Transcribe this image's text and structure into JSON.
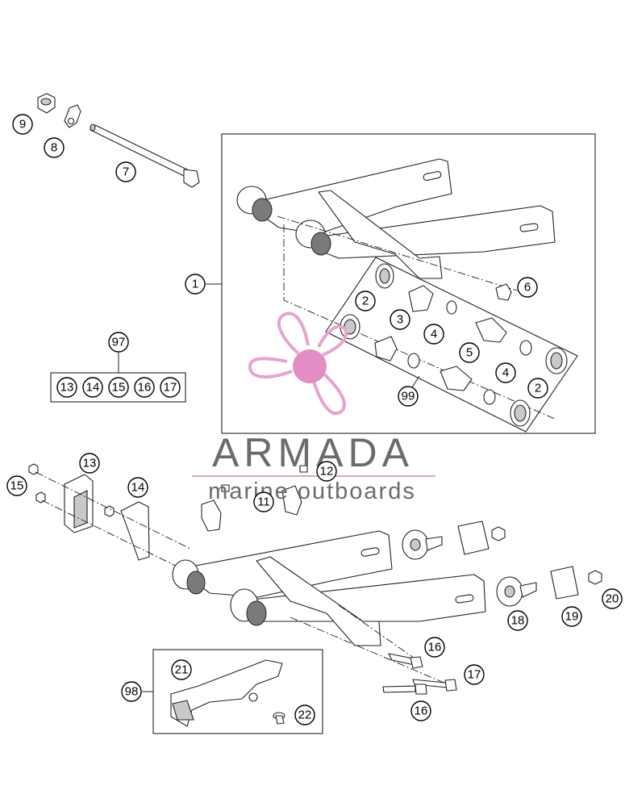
{
  "callouts": {
    "c1": "1",
    "c2a": "2",
    "c2b": "2",
    "c3": "3",
    "c4a": "4",
    "c4b": "4",
    "c5": "5",
    "c6": "6",
    "c7": "7",
    "c8": "8",
    "c9": "9",
    "c11": "11",
    "c12": "12",
    "c13": "13",
    "c14": "14",
    "c15": "15",
    "c16a": "16",
    "c16b": "16",
    "c17": "17",
    "c18": "18",
    "c19": "19",
    "c20": "20",
    "c21": "21",
    "c22": "22",
    "c97": "97",
    "c98": "98",
    "c99": "99"
  },
  "kit97": {
    "items": [
      "13",
      "14",
      "15",
      "16",
      "17"
    ]
  },
  "watermark": {
    "name": "ARMADA",
    "tagline": "marine outboards",
    "colors": {
      "propeller": "#e8a3cf",
      "hub": "#e48cc4",
      "line": "#e4a0cb",
      "text": "#6b6b6b"
    }
  }
}
